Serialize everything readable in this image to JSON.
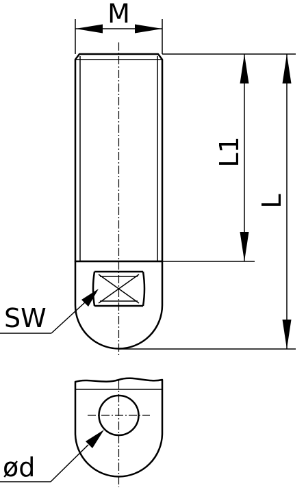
{
  "labels": {
    "thread": "M",
    "thread_length": "L1",
    "total_length": "L",
    "wrench_size": "SW",
    "pin_diameter": "ød"
  }
}
